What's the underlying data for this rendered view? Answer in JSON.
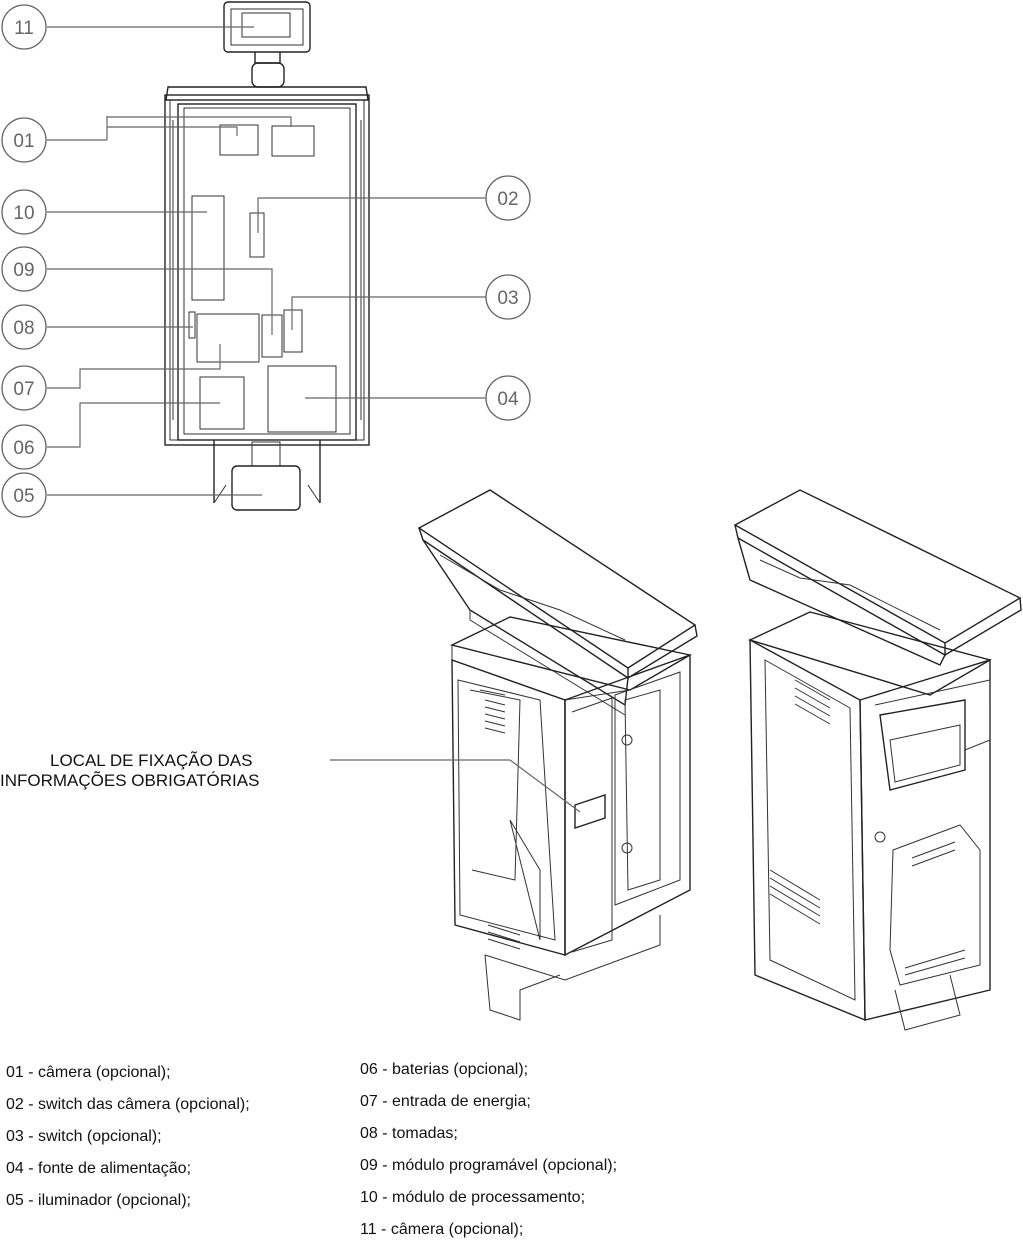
{
  "callouts": [
    {
      "num": "11",
      "key": "c11"
    },
    {
      "num": "01",
      "key": "c01"
    },
    {
      "num": "10",
      "key": "c10"
    },
    {
      "num": "09",
      "key": "c09"
    },
    {
      "num": "08",
      "key": "c08"
    },
    {
      "num": "07",
      "key": "c07"
    },
    {
      "num": "06",
      "key": "c06"
    },
    {
      "num": "05",
      "key": "c05"
    },
    {
      "num": "02",
      "key": "c02"
    },
    {
      "num": "03",
      "key": "c03"
    },
    {
      "num": "04",
      "key": "c04"
    }
  ],
  "marking_label": {
    "line1": "LOCAL DE FIXAÇÃO DAS",
    "line2": "INFORMAÇÕES OBRIGATÓRIAS"
  },
  "legend": {
    "left": [
      "01 - câmera (opcional);",
      "02 - switch das câmera (opcional);",
      "03 - switch (opcional);",
      "04 - fonte de alimentação;",
      "05 - iluminador (opcional);"
    ],
    "right": [
      "06 - baterias (opcional);",
      "07 - entrada de energia;",
      "08 - tomadas;",
      "09 - módulo programável (opcional);",
      "10 - módulo de processamento;",
      "11 - câmera (opcional);"
    ]
  }
}
